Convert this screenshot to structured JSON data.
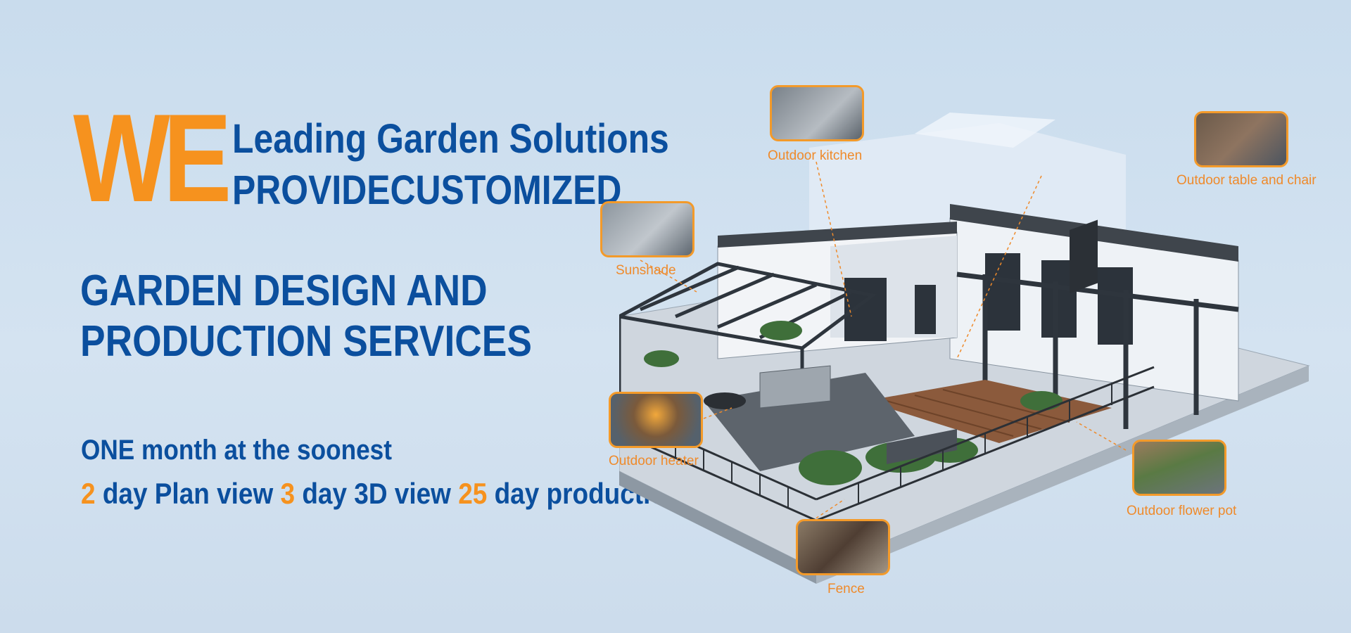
{
  "hero": {
    "we": "WE",
    "lead_line1": "Leading Garden Solutions",
    "lead_line2": "PROVIDECUSTOMIZED",
    "service_line1": "GARDEN DESIGN AND",
    "service_line2": "PRODUCTION SERVICES",
    "month_text": "ONE month at the soonest",
    "schedule": {
      "plan_num": "2",
      "plan_text": " day Plan view ",
      "view3d_num": "3",
      "view3d_text": " day 3D view ",
      "prod_num": "25",
      "prod_text": " day production"
    }
  },
  "callouts": {
    "kitchen": "Outdoor kitchen",
    "table": "Outdoor table and chair",
    "sunshade": "Sunshade",
    "heater": "Outdoor heater",
    "flowerpot": "Outdoor flower pot",
    "fence": "Fence"
  },
  "colors": {
    "brand_blue": "#0b4f9e",
    "accent_orange": "#f6921e",
    "background": "#cfe0ef"
  }
}
